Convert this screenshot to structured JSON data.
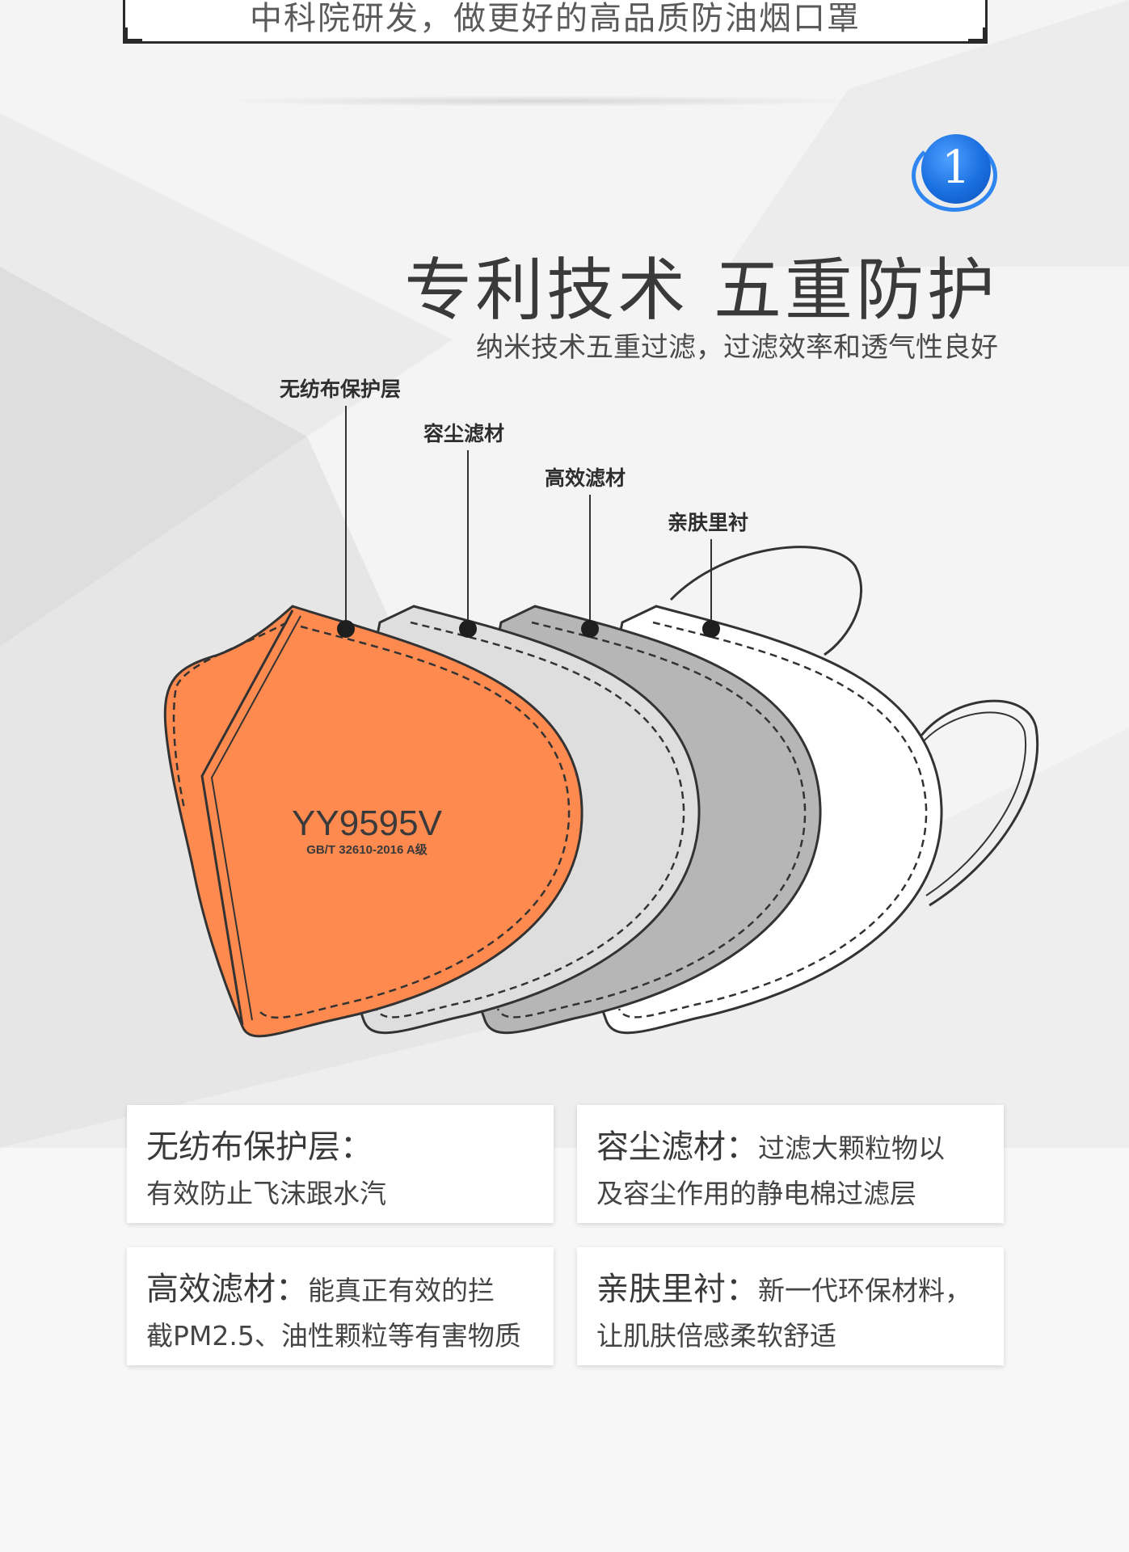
{
  "banner": {
    "text": "中科院研发，做更好的高品质防油烟口罩"
  },
  "section": {
    "number": "1",
    "title": "专利技术 五重防护",
    "subtitle": "纳米技术五重过滤，过滤效率和透气性良好"
  },
  "layers": {
    "labels": [
      "无纺布保护层",
      "容尘滤材",
      "高效滤材",
      "亲肤里衬"
    ]
  },
  "mask": {
    "model": "YY9595V",
    "standard": "GB/T 32610-2016 A级",
    "colors": {
      "outer": "#ff8a50",
      "dust": "#dcdcdc",
      "filter": "#b4b4b4",
      "lining": "#ffffff"
    }
  },
  "cards": [
    {
      "title": "无纺布保护层：",
      "desc": "",
      "line2": "有效防止飞沫跟水汽"
    },
    {
      "title": "容尘滤材：",
      "desc": "过滤大颗粒物以",
      "line2": "及容尘作用的静电棉过滤层"
    },
    {
      "title": "高效滤材：",
      "desc": "能真正有效的拦",
      "line2": "截PM2.5、油性颗粒等有害物质"
    },
    {
      "title": "亲肤里衬：",
      "desc": "新一代环保材料，",
      "line2": "让肌肤倍感柔软舒适"
    }
  ]
}
